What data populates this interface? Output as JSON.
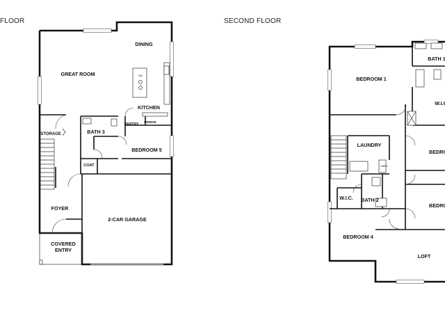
{
  "floors": {
    "first_title": "FLOOR",
    "second_title": "SECOND FLOOR"
  },
  "first_floor": {
    "dining": "DINING",
    "great_room": "GREAT ROOM",
    "kitchen": "KITCHEN",
    "pantry": "PANTRY",
    "fridge": "FRIDGE",
    "storage": "STORAGE",
    "bath3": "BATH 3",
    "bedroom5": "BEDROOM 5",
    "coat": "COAT",
    "foyer": "FOYER",
    "garage": "2-CAR GARAGE",
    "covered": "COVERED",
    "entry": "ENTRY",
    "dw": "DW"
  },
  "second_floor": {
    "bedroom1": "BEDROOM 1",
    "bath1": "BATH 1",
    "wic1": "W.I.C",
    "laundry": "LAUNDRY",
    "linen": "LINEN",
    "bedroom_r1": "BEDRO",
    "bedroom_r2": "BEDRO",
    "wic2": "W.I.C.",
    "bath2": "BATH 2",
    "bedroom4": "BEDROOM 4",
    "loft": "LOFT"
  }
}
